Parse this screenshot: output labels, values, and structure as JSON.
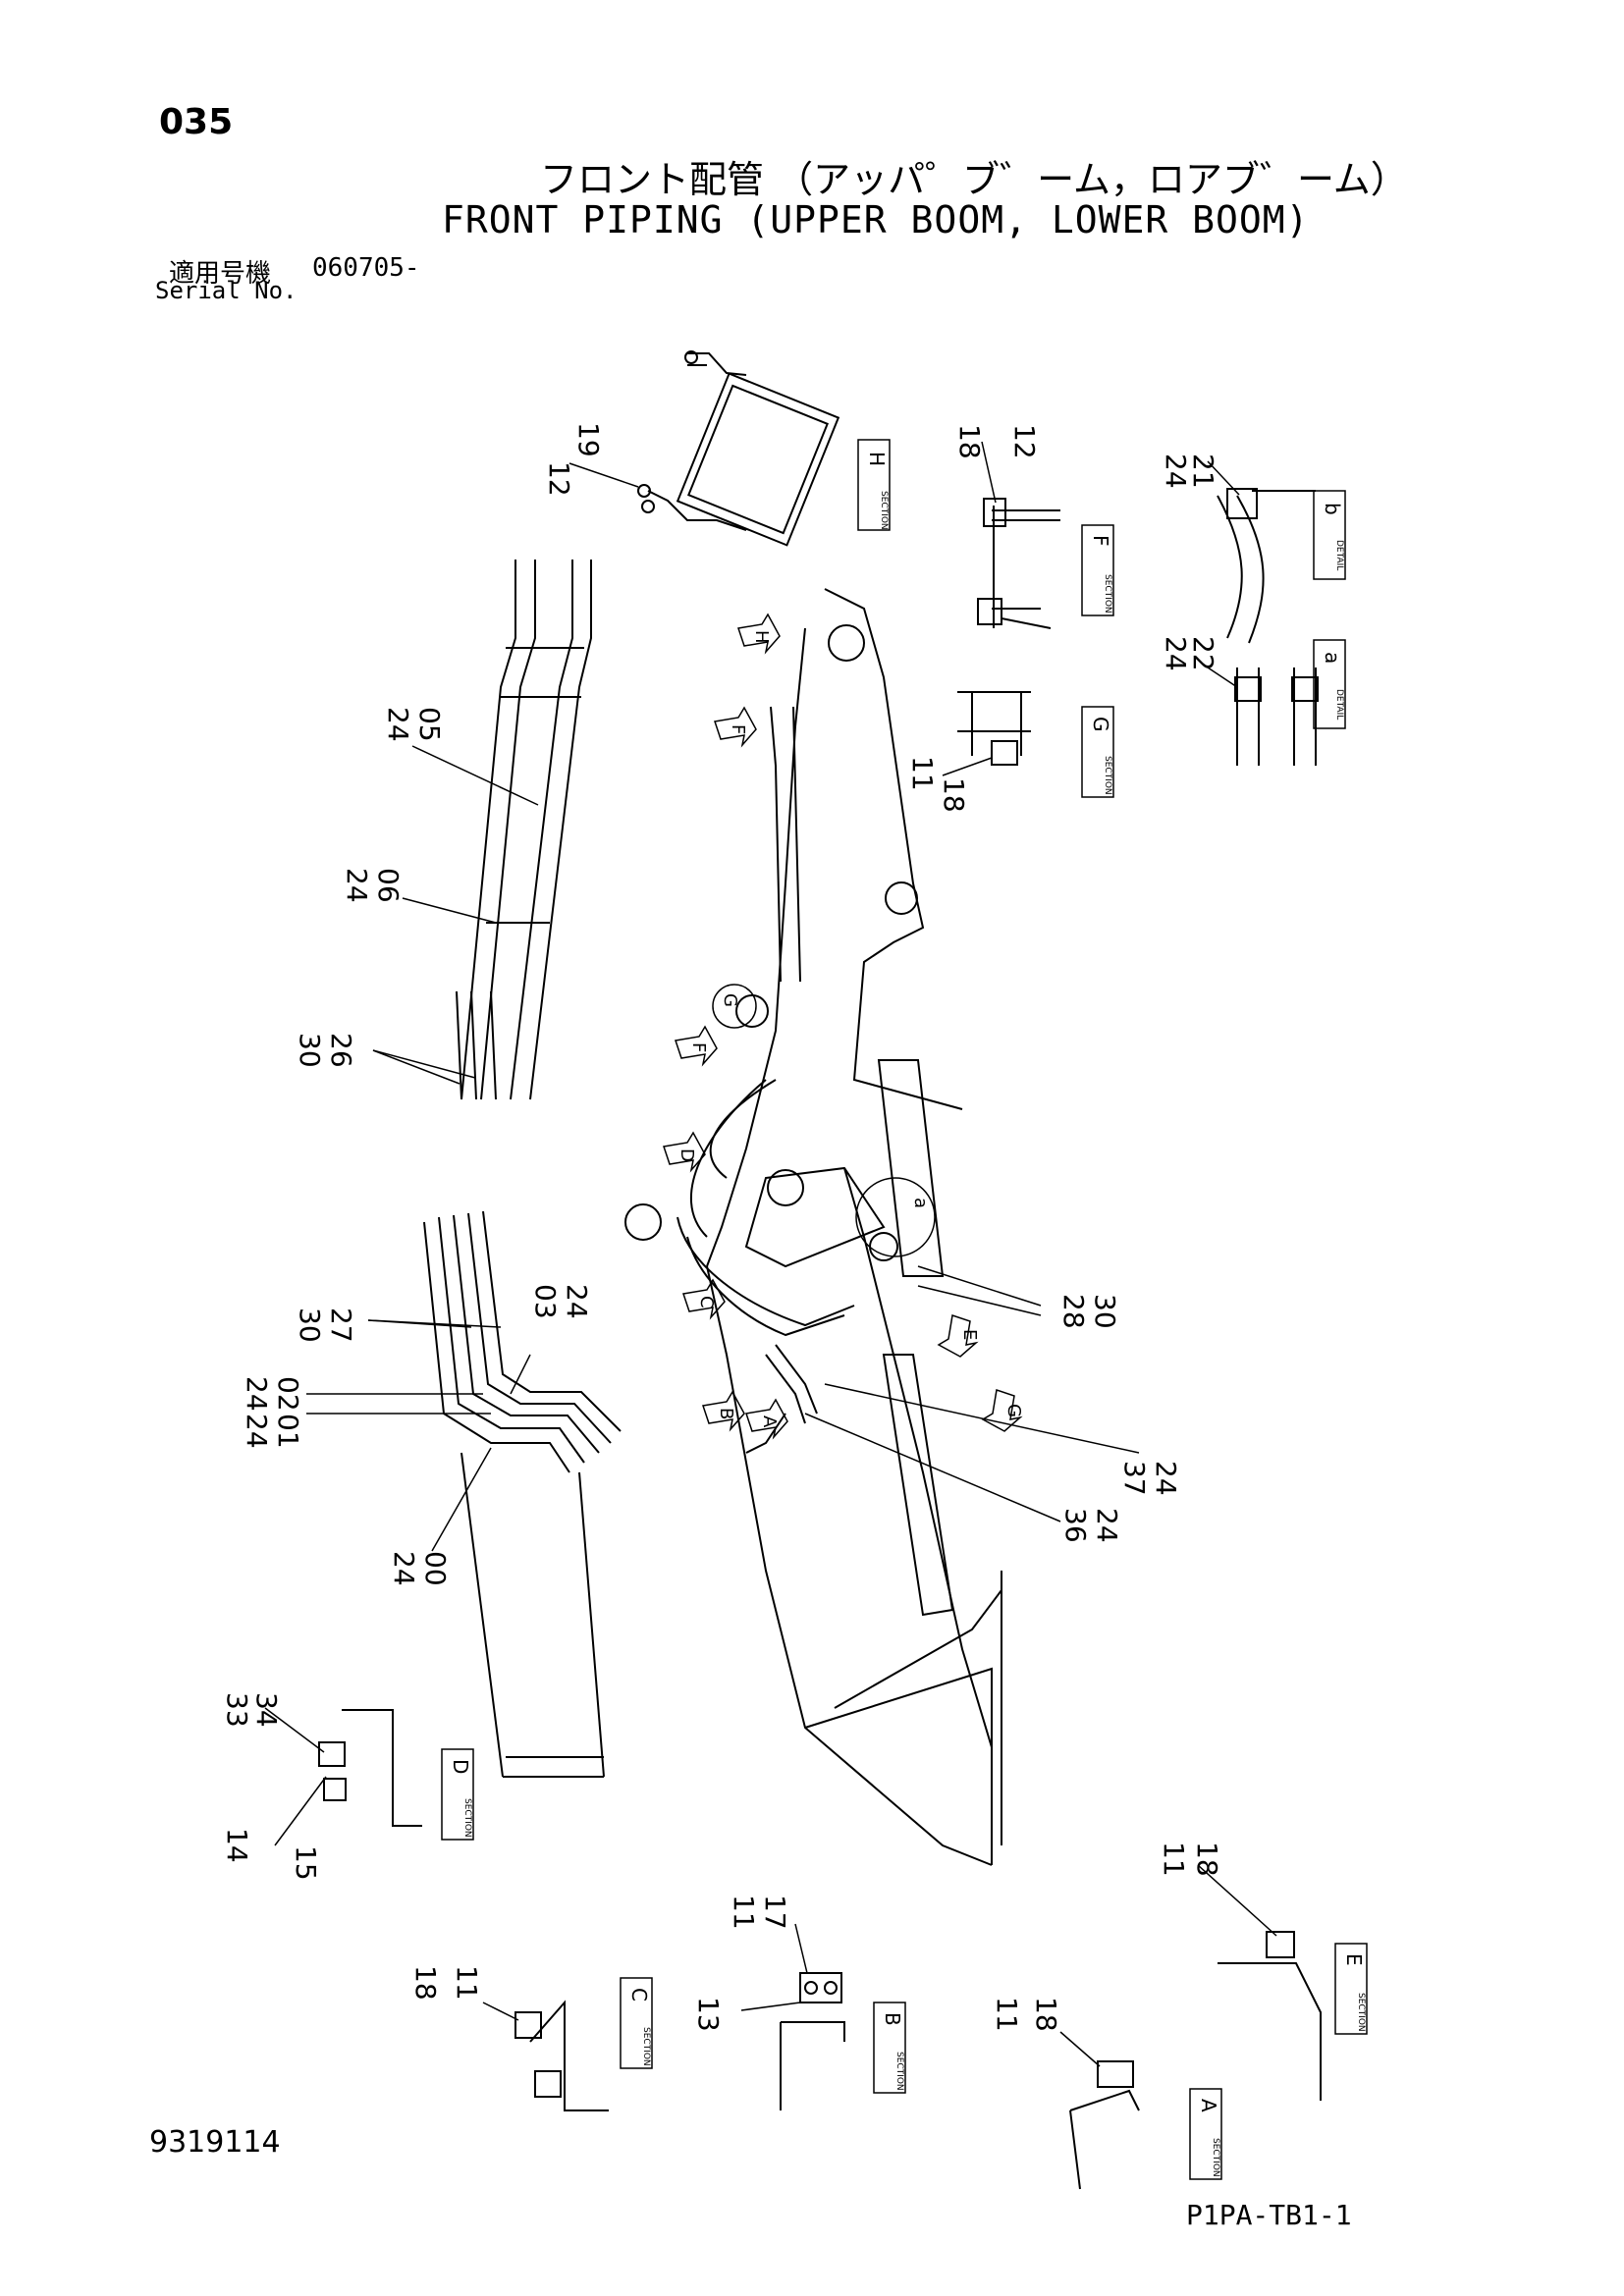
{
  "header": {
    "page_number": "035",
    "title_jp": "フロント配管 （アッパ゜ブ゛ーム，ロアブ゛ーム）",
    "title_en": "FRONT PIPING (UPPER BOOM, LOWER BOOM)",
    "serial_label_jp": "適用号機",
    "serial_code": "060705-",
    "serial_label_en": "Serial No."
  },
  "footer": {
    "drawing_number": "9319114",
    "page_code": "P1PA-TB1-1"
  },
  "callouts": {
    "c_12_19": "12",
    "c_19": "19",
    "c_18_f": "18",
    "c_12_f": "12",
    "c_24_b": "24",
    "c_21_b": "21",
    "c_24_a": "24",
    "c_22_a": "22",
    "c_11_g": "11",
    "c_18_g": "18",
    "c_24_05": "24",
    "c_05": "05",
    "c_24_06": "24",
    "c_06": "06",
    "c_30_26": "30",
    "c_26": "26",
    "c_30_27": "30",
    "c_27": "27",
    "c_03": "03",
    "c_24_03": "24",
    "c_24_02": "24",
    "c_02": "02",
    "c_24_01": "24",
    "c_01": "01",
    "c_24_00": "24",
    "c_00": "00",
    "c_28": "28",
    "c_30_28": "30",
    "c_37": "37",
    "c_24_37": "24",
    "c_36": "36",
    "c_24_36": "24",
    "c_33": "33",
    "c_34": "34",
    "c_14": "14",
    "c_15": "15",
    "c_11_e": "11",
    "c_18_e": "18",
    "c_11_b": "11",
    "c_17_b": "17",
    "c_13_b": "13",
    "c_18_c": "18",
    "c_11_c": "11",
    "c_11_a": "11",
    "c_18_a": "18"
  },
  "section_tags": {
    "H": "H",
    "F": "F",
    "G": "G",
    "D": "D",
    "C": "C",
    "B": "B",
    "E": "E",
    "A": "A",
    "detail_b": "b",
    "detail_a": "a",
    "section_word": "SECTION",
    "detail_word": "DETAIL"
  },
  "view_arrows": {
    "H": "H",
    "F1": "F",
    "F2": "F",
    "D": "D",
    "C": "C",
    "B": "B",
    "A": "A",
    "E": "E",
    "G": "G",
    "circle_g": "G",
    "circle_a": "a"
  }
}
